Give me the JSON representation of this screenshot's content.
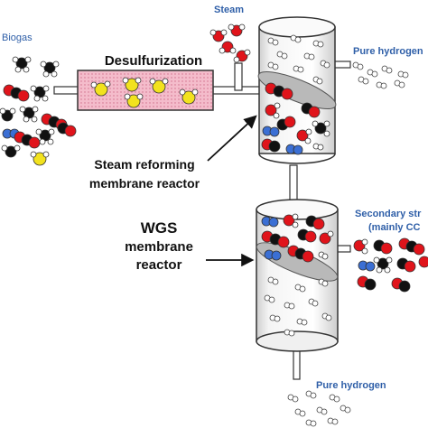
{
  "labels": {
    "biogas": "Biogas",
    "desulfurization": "Desulfurization",
    "steam": "Steam",
    "pure_hydrogen_top": "Pure hydrogen",
    "steam_reforming_line1": "Steam reforming",
    "steam_reforming_line2": "membrane reactor",
    "secondary_line1": "Secondary str",
    "secondary_line2": "(mainly CC",
    "wgs_line1": "WGS",
    "wgs_line2": "membrane",
    "wgs_line3": "reactor",
    "pure_hydrogen_bottom": "Pure hydrogen"
  },
  "colors": {
    "label_blue": "#2f5fa8",
    "text_black": "#111111",
    "desulf_fill": "#f3b8c8",
    "sulfur_yellow": "#f2e21e",
    "oxygen_red": "#e0141b",
    "carbon_black": "#111111",
    "nitrogen_blue": "#3b6fd4",
    "hydrogen_white": "#ffffff",
    "membrane_grey": "#b9b9b9",
    "vessel_stroke": "#333333"
  }
}
